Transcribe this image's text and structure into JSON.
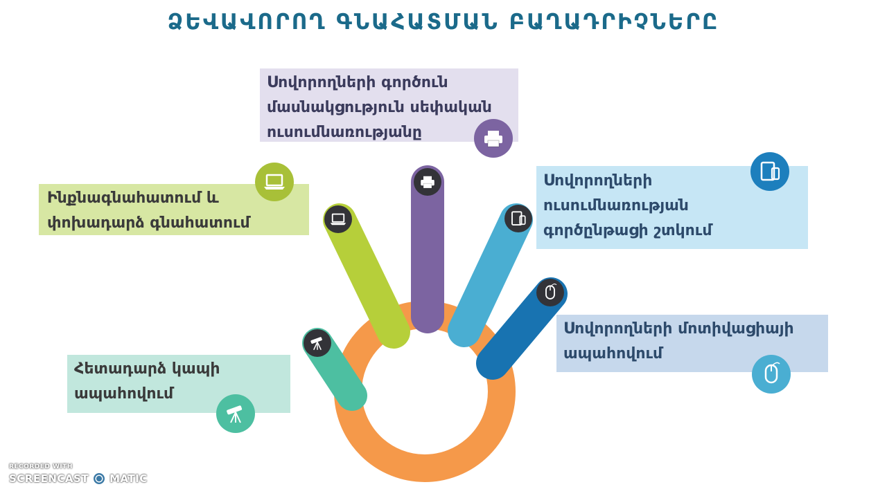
{
  "title": "ՁԵՎԱՎՈՐՈՂ ԳՆԱՀԱՏՄԱՆ ԲԱՂԱԴՐԻՉՆԵՐԸ",
  "boxes": {
    "purple": [
      "Սովորողների գործուն",
      "մասնակցություն սեփական",
      "ուսումնառությանը"
    ],
    "green": [
      "Ինքնագնահատում և",
      "փոխադարձ գնահատում"
    ],
    "blue": [
      "Սովորողների",
      "ուսումնառության",
      "գործընթացի շտկում"
    ],
    "navy": [
      "Սովորողների մոտիվացիայի",
      "ապահովում"
    ],
    "teal": [
      "Հետադարձ կապի",
      "ապահովում"
    ]
  },
  "icons": {
    "purple": "printer-icon",
    "green": "laptop-icon",
    "blue": "tablet-icon",
    "navy": "mouse-icon",
    "teal": "telescope-icon"
  },
  "colors": {
    "title": "#1b6a8a",
    "ring": "#f5994a",
    "teal": "#4dbfa1",
    "green": "#b6cf3a",
    "purple": "#7c64a1",
    "blue": "#4aaed2",
    "navy": "#1873b1"
  },
  "watermark": {
    "recorded": "RECORDED WITH",
    "brand_left": "SCREENCAST",
    "brand_right": "MATIC"
  }
}
